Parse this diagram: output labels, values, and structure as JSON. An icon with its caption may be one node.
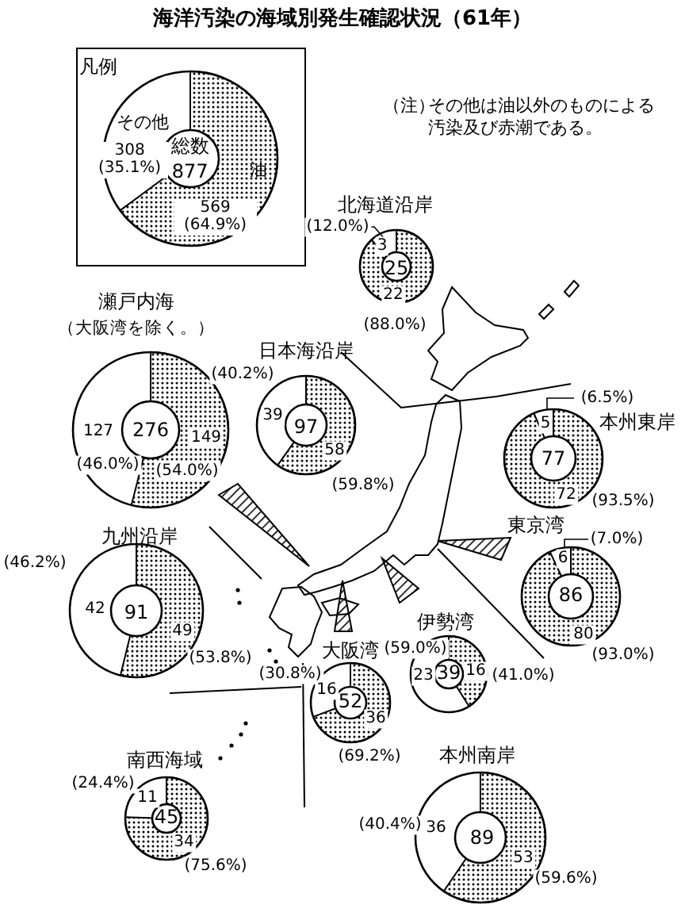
{
  "diagram": {
    "title": "海洋汚染の海域別発生確認状況（61年）",
    "nodes": [
      {
        "text": [
          "凡例"
        ]
      },
      {
        "text": [
          "その他",
          "308 (35.1%)",
          "総数",
          "877",
          "油",
          "569 (64.9%)"
        ],
        "in": 0
      },
      {
        "text": [
          "北海道沿岸",
          "(12.0%)",
          "3",
          "25",
          "22",
          "(88.0%)"
        ]
      },
      {
        "text": [
          "瀬戸内海",
          "（大阪湾を除く。）",
          "127",
          "276",
          "149",
          "(46.0%)",
          "(54.0%)"
        ]
      },
      {
        "text": [
          "日本海沿岸",
          "(40.2%)",
          "39",
          "97",
          "58",
          "(59.8%)"
        ]
      },
      {
        "text": [
          "(6.5%)",
          "本州東岸",
          "5",
          "77",
          "72",
          "(93.5%)"
        ]
      },
      {
        "text": [
          "東京湾",
          "(7.0%)",
          "6",
          "86",
          "80",
          "(93.0%)"
        ]
      },
      {
        "text": [
          "九州沿岸",
          "(46.2%)",
          "42",
          "91",
          "49",
          "(53.8%)"
        ]
      },
      {
        "text": [
          "伊勢湾",
          "(59.0%)",
          "23",
          "39",
          "16",
          "(41.0%)"
        ]
      },
      {
        "text": [
          "大阪湾",
          "(30.8%)",
          "16",
          "52",
          "36",
          "(69.2%)"
        ]
      },
      {
        "text": [
          "南西海域",
          "(24.4%)",
          "11",
          "45",
          "34",
          "(75.6%)"
        ]
      },
      {
        "text": [
          "本州南岸",
          "(40.4%)",
          "36",
          "89",
          "53",
          "(59.6%)"
        ]
      }
    ],
    "labels": [
      "（注）",
      "その他は油以外のものによる汚染及び赤潮である。"
    ]
  }
}
